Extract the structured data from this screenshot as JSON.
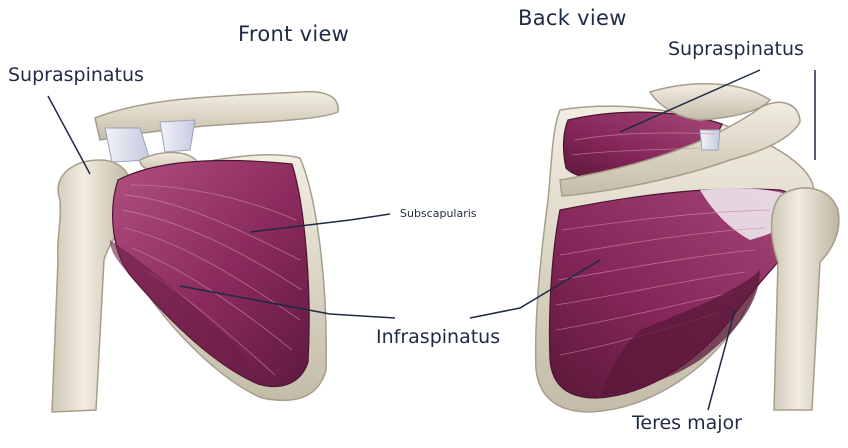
{
  "titles": {
    "front": "Front view",
    "back": "Back view"
  },
  "labels": {
    "supraspinatus_front": "Supraspinatus",
    "supraspinatus_back": "Supraspinatus",
    "subscapularis": "Subscapularis",
    "infraspinatus": "Infraspinatus",
    "teres_major": "Teres major"
  },
  "colors": {
    "background": "#ffffff",
    "muscle": "#8a2a5c",
    "muscle_dark": "#5e1a3e",
    "muscle_light": "#b0507f",
    "bone": "#e9e4d6",
    "bone_shadow": "#b9b2a2",
    "tendon": "#c7cfe0",
    "ink": "#1f2a44"
  }
}
